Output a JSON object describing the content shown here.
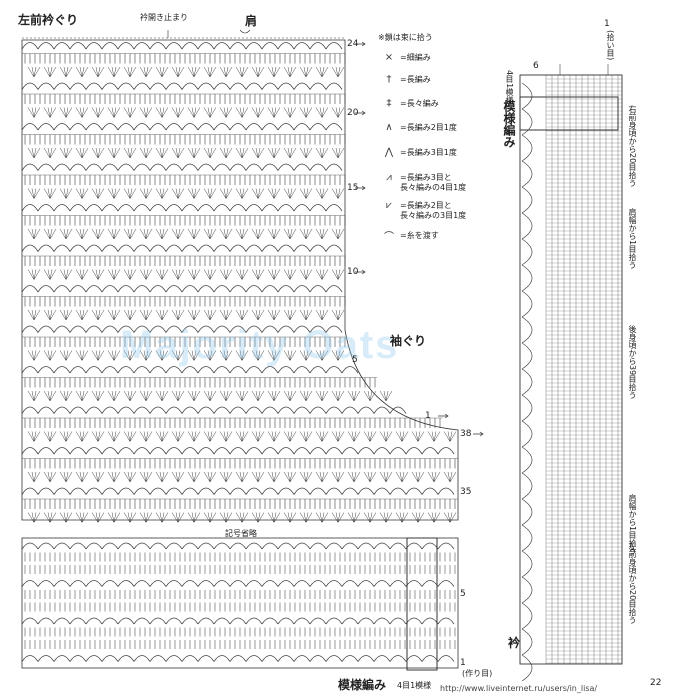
{
  "header": {
    "left_title": "左前衿ぐり",
    "collar_note": "衿開き止まり",
    "shoulder": "肩"
  },
  "row_numbers_upper": [
    "24",
    "20",
    "15",
    "10",
    "5",
    "1",
    "38",
    "35"
  ],
  "row_numbers_lower": [
    "5",
    "1"
  ],
  "armhole_label": "袖ぐり",
  "omit_label": "記号省略",
  "bottom_label": "模様編み",
  "bottom_sub": "4目1模様",
  "foundation_label": "(作り目)",
  "legend": {
    "note": "※鎖は束に拾う",
    "items": [
      {
        "icon": "x-stitch-icon",
        "glyph": "×",
        "label": "=細編み"
      },
      {
        "icon": "dc-stitch-icon",
        "glyph": "†",
        "label": "=長編み"
      },
      {
        "icon": "tr-stitch-icon",
        "glyph": "‡",
        "label": "=長々編み"
      },
      {
        "icon": "dc2tog-icon",
        "glyph": "∧",
        "label": "=長編み2目1度"
      },
      {
        "icon": "dc3tog-icon",
        "glyph": "⋀",
        "label": "=長編み3目1度"
      },
      {
        "icon": "dc3-tr-tog-icon",
        "glyph": "⩘",
        "label": "=長編み3目と"
      },
      {
        "icon": "dc2-tr-tog-icon",
        "glyph": "⩗",
        "label": "=長編み2目と"
      },
      {
        "icon": "yarn-carry-icon",
        "glyph": "⌒",
        "label": "=糸を渡す"
      }
    ],
    "extra": [
      "長々編みの4目1度",
      "長々編みの3目1度"
    ]
  },
  "band": {
    "title": "模様編み",
    "sub": "4目1模様",
    "top_nums": [
      "6",
      "1"
    ],
    "top_note": "(拾い目)",
    "collar": "衿",
    "side_labels": [
      "右前身頃から20目拾う",
      "肩幅から1目拾う",
      "後身頃から39目拾う",
      "肩幅から1目拾う",
      "左前身頃から20目拾う"
    ]
  },
  "watermark": "Majority Oats",
  "footer": {
    "url": "http://www.liveinternet.ru/users/in_lisa/",
    "page": "22"
  }
}
